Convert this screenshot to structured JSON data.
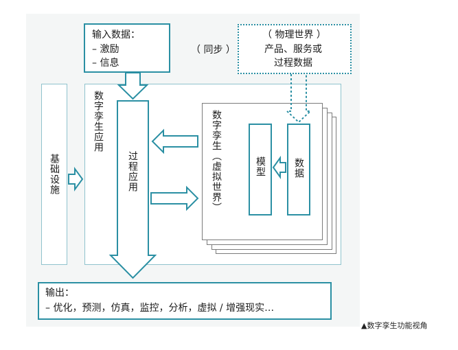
{
  "input_box": {
    "line1": "输入数据：",
    "line2": "– 激励",
    "line3": "– 信息"
  },
  "sync_label": "（ 同步 ）",
  "physical_box": {
    "line1": "（ 物理世界 ）",
    "line2": "产品、服务或",
    "line3": "过程数据"
  },
  "infrastructure_label": "基础设施",
  "twin_app_label": "数字孪生应用",
  "process_app_label": "过程应用",
  "twin_virtual_label": "数字孪生（虚拟世界）",
  "model_label": "模型",
  "data_label": "数据",
  "output_box": {
    "line1": "输出：",
    "line2": "– 优化，预测，仿真，监控，分析，虚拟 / 增强现实…"
  },
  "caption": "▲数字孪生功能视角",
  "colors": {
    "teal": "#2a8fa3",
    "light_teal": "#8fc3cd",
    "dark": "#2a2a2a",
    "panel": "#f4f6f6"
  }
}
